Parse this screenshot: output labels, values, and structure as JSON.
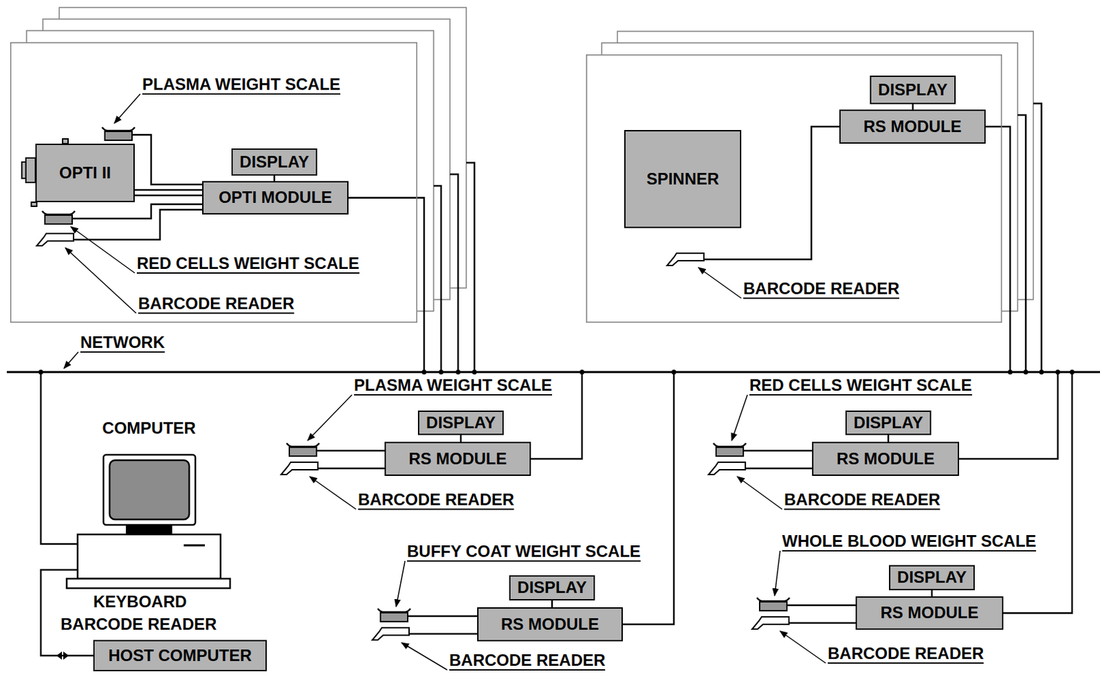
{
  "diagram": {
    "nodes": [
      {
        "text": [
          "PLASMA WEIGHT SCALE",
          "RED CELLS WEIGHT SCALE",
          "BARCODE READER"
        ]
      },
      {
        "text": [
          "OPTI II"
        ],
        "in": 0
      },
      {
        "text": [
          "DISPLAY"
        ],
        "in": 0
      },
      {
        "text": [
          "OPTI MODULE"
        ],
        "in": 0
      },
      {
        "text": [
          "BARCODE READER"
        ]
      },
      {
        "text": [
          "SPINNER"
        ],
        "in": 4
      },
      {
        "text": [
          "DISPLAY"
        ],
        "in": 4
      },
      {
        "text": [
          "RS MODULE"
        ],
        "in": 4
      },
      {
        "text": [
          "NETWORK"
        ]
      },
      {
        "text": [
          "COMPUTER"
        ]
      },
      {
        "text": [
          "DISPLAY"
        ]
      },
      {
        "text": [
          "RS MODULE"
        ]
      },
      {
        "text": [
          "DISPLAY"
        ]
      },
      {
        "text": [
          "RS MODULE"
        ]
      },
      {
        "text": [
          "DISPLAY"
        ]
      },
      {
        "text": [
          "RS MODULE"
        ]
      },
      {
        "text": [
          "DISPLAY"
        ]
      },
      {
        "text": [
          "RS MODULE"
        ]
      },
      {
        "text": [
          "HOST COMPUTER"
        ]
      }
    ],
    "edges": [
      {
        "from": 2,
        "to": 3,
        "arrow": "none"
      },
      {
        "from": 1,
        "to": 3,
        "arrow": "none"
      },
      {
        "from": 1,
        "to": 3,
        "arrow": "none"
      },
      {
        "from": 3,
        "to": 8,
        "arrow": "none"
      },
      {
        "from": 6,
        "to": 7,
        "arrow": "none"
      },
      {
        "from": 7,
        "to": 8,
        "arrow": "none"
      },
      {
        "from": 9,
        "to": 8,
        "arrow": "none"
      },
      {
        "from": 18,
        "to": 9,
        "arrow": "none"
      },
      {
        "from": 10,
        "to": 11,
        "arrow": "none"
      },
      {
        "from": 11,
        "to": 8,
        "arrow": "none"
      },
      {
        "from": 12,
        "to": 13,
        "arrow": "none"
      },
      {
        "from": 13,
        "to": 8,
        "arrow": "none"
      },
      {
        "from": 14,
        "to": 15,
        "arrow": "none"
      },
      {
        "from": 15,
        "to": 8,
        "arrow": "none"
      },
      {
        "from": 16,
        "to": 17,
        "arrow": "none"
      },
      {
        "from": 17,
        "to": 8,
        "arrow": "none"
      }
    ],
    "labels": [
      "PLASMA WEIGHT SCALE",
      "BARCODE READER",
      "RED CELLS WEIGHT SCALE",
      "BARCODE READER",
      "BUFFY COAT WEIGHT SCALE",
      "BARCODE READER",
      "WHOLE BLOOD WEIGHT SCALE",
      "BARCODE READER",
      "KEYBOARD",
      "BARCODE READER"
    ]
  }
}
